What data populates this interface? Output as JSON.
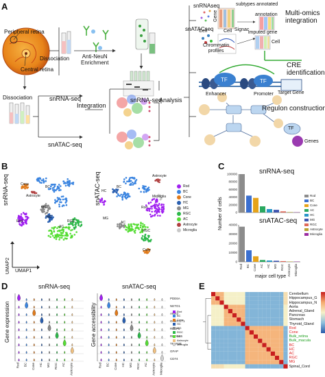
{
  "panels": {
    "a": "A",
    "b": "B",
    "c": "C",
    "d": "D",
    "e": "E"
  },
  "panelA": {
    "peripheral_retina": "Peripheral retina",
    "central_retina": "Central retina",
    "dissociation_top": "Dissociation",
    "dissociation_left": "Dissociation",
    "anti_neun": "Anti-NeuN\nEnrichment",
    "snrna_seq_mid": "snRNA-seq",
    "snrna_seq_left": "snRNA-seq",
    "integration": "Integration",
    "snatac_seq_left": "snATAC-seq",
    "analysis": "Analysis",
    "snrnaseq_top": "snRNAseq",
    "snatacseq_top": "snATACseq",
    "subtypes_annotated": "subtypes annotated",
    "gene_label": "Gene",
    "cell_label1": "Cell",
    "annotation": "annotation",
    "signac": "Signac",
    "chrommatin_profiles": "Chrommatin\nprofiles",
    "cell_label2": "Cell",
    "imputed_gene": "imputed gene",
    "cell_label3": "Cell",
    "multi_omics": "Multi-omics\nintegration",
    "tf1": "TF",
    "tf2": "TF",
    "enhancer": "Enhancer",
    "promoter": "Promoter",
    "target_gene": "Target Gene",
    "cre_identification": "CRE\nidentification",
    "regulon_construction": "Regulon construction",
    "tf3": "TF",
    "genes": "Genes"
  },
  "panelB": {
    "left_ylabel": "snRNA-seq",
    "right_ylabel": "snATAC-seq",
    "umap1": "UMAP1",
    "umap2": "UMAP2",
    "left_clusters": [
      "Cone",
      "BC",
      "Astrocyte",
      "Rod",
      "HC",
      "RGC",
      "AC",
      "MG"
    ],
    "right_clusters": [
      "Astrocyte",
      "BC",
      "Microglia",
      "HC",
      "MG",
      "AC",
      "RGC",
      "Rod",
      "Cone"
    ],
    "legend": [
      {
        "name": "Rod",
        "color": "#a020f0"
      },
      {
        "name": "BC",
        "color": "#3a84e0"
      },
      {
        "name": "Cone",
        "color": "#e07a1a"
      },
      {
        "name": "HC",
        "color": "#2a5fb0"
      },
      {
        "name": "MG",
        "color": "#8a8a8a"
      },
      {
        "name": "RGC",
        "color": "#2db84a"
      },
      {
        "name": "AC",
        "color": "#55dd33"
      },
      {
        "name": "Astrocyte",
        "color": "#b04040"
      },
      {
        "name": "Microglia",
        "color": "#c8c8c8"
      }
    ]
  },
  "chart_data": [
    {
      "type": "bar",
      "title": "snRNA-seq",
      "ylabel": "Number of cells",
      "categories": [
        "Rod",
        "BC",
        "Cone",
        "AC",
        "HC",
        "MG",
        "RGC",
        "Astrocyte",
        "Microglia"
      ],
      "values": [
        100000,
        44000,
        38000,
        16000,
        9000,
        7000,
        3000,
        1000,
        500
      ],
      "ylim": [
        0,
        100000
      ],
      "yticks": [
        "0",
        "20000",
        "40000",
        "60000",
        "80000",
        "100000"
      ]
    },
    {
      "type": "bar",
      "title": "snATAC-seq",
      "xlabel": "major cell type",
      "categories": [
        "Rod",
        "BC",
        "Cone",
        "AC",
        "HC",
        "MG",
        "RGC",
        "Astrocyte",
        "Microglia"
      ],
      "values": [
        38000,
        12500,
        6000,
        2000,
        1500,
        1200,
        800,
        400,
        300
      ],
      "ylim": [
        0,
        40000
      ],
      "yticks": [
        "0",
        "10000",
        "20000",
        "30000",
        "40000"
      ]
    }
  ],
  "panelC_legend": [
    {
      "name": "Rod",
      "color": "#8c8c8c"
    },
    {
      "name": "BC",
      "color": "#3a6fd0"
    },
    {
      "name": "Cone",
      "color": "#e6a31a"
    },
    {
      "name": "AC",
      "color": "#2aa860"
    },
    {
      "name": "HC",
      "color": "#2a95c8"
    },
    {
      "name": "MG",
      "color": "#3f55b0"
    },
    {
      "name": "RGC",
      "color": "#e06a5a"
    },
    {
      "name": "Astrocyte",
      "color": "#b8a230"
    },
    {
      "name": "Microglia",
      "color": "#9a2aa0"
    }
  ],
  "panelD": {
    "left_title": "snRNA-seq",
    "right_title": "snATAC-seq",
    "left_ylabel": "Gene expression",
    "right_ylabel": "Gene accessibility",
    "genes": [
      "PDE6A",
      "NETO1",
      "ARR3",
      "ONECUT1",
      "RLBP1",
      "RBFOX6",
      "TFAP2B",
      "GFAP",
      "CD74"
    ],
    "celltypes": [
      "Rod",
      "BC",
      "Cone",
      "HC",
      "MG",
      "RGC",
      "AC",
      "Astrocyte",
      "Microglia"
    ],
    "left_celltypes": [
      "Rod",
      "BC",
      "Cone",
      "HC",
      "MG",
      "RGC",
      "AC",
      "Astrocyte"
    ],
    "legend": [
      {
        "name": "Rod",
        "color": "#a020f0"
      },
      {
        "name": "BC",
        "color": "#3a84e0"
      },
      {
        "name": "Cone",
        "color": "#e07a1a"
      },
      {
        "name": "HC",
        "color": "#2a5fb0"
      },
      {
        "name": "MG",
        "color": "#8a8a8a"
      },
      {
        "name": "RGC",
        "color": "#2db84a"
      },
      {
        "name": "AC",
        "color": "#55dd33"
      },
      {
        "name": "Astrocyte",
        "color": "#f0c080"
      },
      {
        "name": "Microglia",
        "color": "#d0d0d0"
      }
    ]
  },
  "panelE": {
    "labels": [
      {
        "text": "Cerebellum",
        "color": "#111111"
      },
      {
        "text": "Hippocampus_G",
        "color": "#111111"
      },
      {
        "text": "Hippocampus_N",
        "color": "#111111"
      },
      {
        "text": "Aorta",
        "color": "#111111"
      },
      {
        "text": "Adrenal_Gland",
        "color": "#111111"
      },
      {
        "text": "Pancreas",
        "color": "#111111"
      },
      {
        "text": "Stomach",
        "color": "#111111"
      },
      {
        "text": "Thyroid_Gland",
        "color": "#111111"
      },
      {
        "text": "Rod",
        "color": "#e02020"
      },
      {
        "text": "Cone",
        "color": "#e02020"
      },
      {
        "text": "Bulk_retina",
        "color": "#20a020"
      },
      {
        "text": "Bulk_macula",
        "color": "#20a020"
      },
      {
        "text": "BC",
        "color": "#e02020"
      },
      {
        "text": "HC",
        "color": "#e02020"
      },
      {
        "text": "AC",
        "color": "#e02020"
      },
      {
        "text": "RGC",
        "color": "#e02020"
      },
      {
        "text": "MG",
        "color": "#e02020"
      },
      {
        "text": "Spinal_Cord",
        "color": "#111111"
      }
    ],
    "scale_ticks": [
      "1",
      "0.8",
      "0.6",
      "0.4",
      "0.2",
      "0"
    ]
  }
}
